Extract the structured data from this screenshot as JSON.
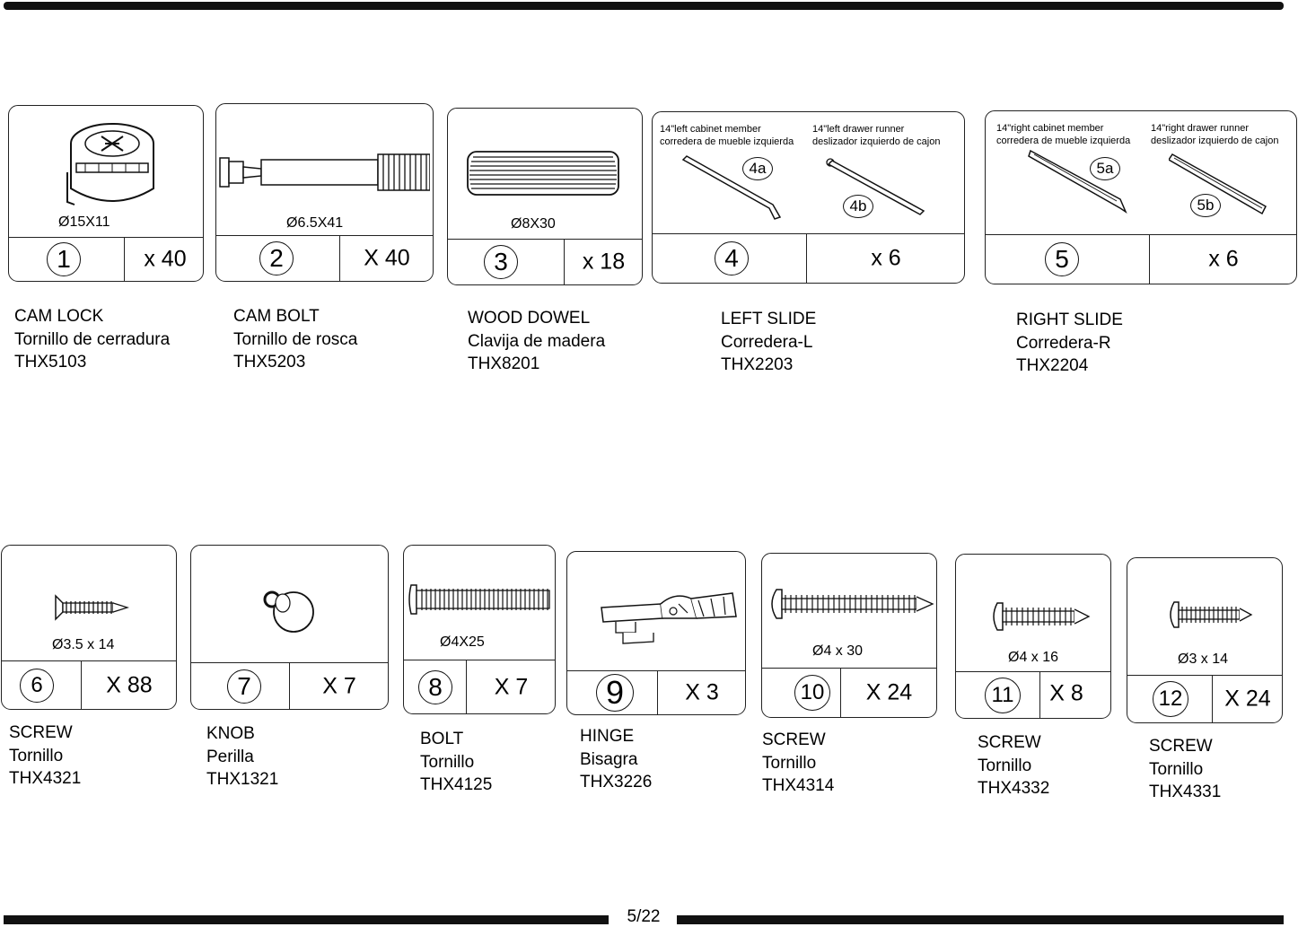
{
  "page_number": "5/22",
  "parts": [
    {
      "number": "1",
      "qty": "x 40",
      "size": "Ø15X11",
      "name": "CAM LOCK",
      "name_es": "Tornillo de cerradura",
      "code": "THX5103"
    },
    {
      "number": "2",
      "qty": "X 40",
      "size": "Ø6.5X41",
      "name": "CAM BOLT",
      "name_es": "Tornillo de rosca",
      "code": "THX5203"
    },
    {
      "number": "3",
      "qty": "x 18",
      "size": "Ø8X30",
      "name": "WOOD DOWEL",
      "name_es": "Clavija de madera",
      "code": "THX8201"
    },
    {
      "number": "4",
      "qty": "x 6",
      "name": "LEFT SLIDE",
      "name_es": "Corredera-L",
      "code": "THX2203",
      "sub_a": {
        "tag": "4a",
        "line1": "14\"left cabinet member",
        "line2": "corredera de mueble izquierda"
      },
      "sub_b": {
        "tag": "4b",
        "line1": "14\"left drawer runner",
        "line2": "deslizador izquierdo de cajon"
      }
    },
    {
      "number": "5",
      "qty": "x 6",
      "name": "RIGHT SLIDE",
      "name_es": "Corredera-R",
      "code": "THX2204",
      "sub_a": {
        "tag": "5a",
        "line1": "14\"right cabinet member",
        "line2": "corredera de mueble izquierda"
      },
      "sub_b": {
        "tag": "5b",
        "line1": "14\"right drawer runner",
        "line2": "deslizador izquierdo de cajon"
      }
    },
    {
      "number": "6",
      "qty": "X 88",
      "size": "Ø3.5 x 14",
      "name": "SCREW",
      "name_es": "Tornillo",
      "code": "THX4321"
    },
    {
      "number": "7",
      "qty": "X 7",
      "name": "KNOB",
      "name_es": "Perilla",
      "code": "THX1321"
    },
    {
      "number": "8",
      "qty": "X 7",
      "size": "Ø4X25",
      "name": "BOLT",
      "name_es": "Tornillo",
      "code": "THX4125"
    },
    {
      "number": "9",
      "qty": "X 3",
      "name": "HINGE",
      "name_es": "Bisagra",
      "code": "THX3226"
    },
    {
      "number": "10",
      "qty": "X 24",
      "size": "Ø4 x 30",
      "name": "SCREW",
      "name_es": "Tornillo",
      "code": "THX4314"
    },
    {
      "number": "11",
      "qty": "X 8",
      "size": "Ø4 x 16",
      "name": "SCREW",
      "name_es": "Tornillo",
      "code": "THX4332"
    },
    {
      "number": "12",
      "qty": "X 24",
      "size": "Ø3 x 14",
      "name": "SCREW",
      "name_es": "Tornillo",
      "code": "THX4331"
    }
  ]
}
